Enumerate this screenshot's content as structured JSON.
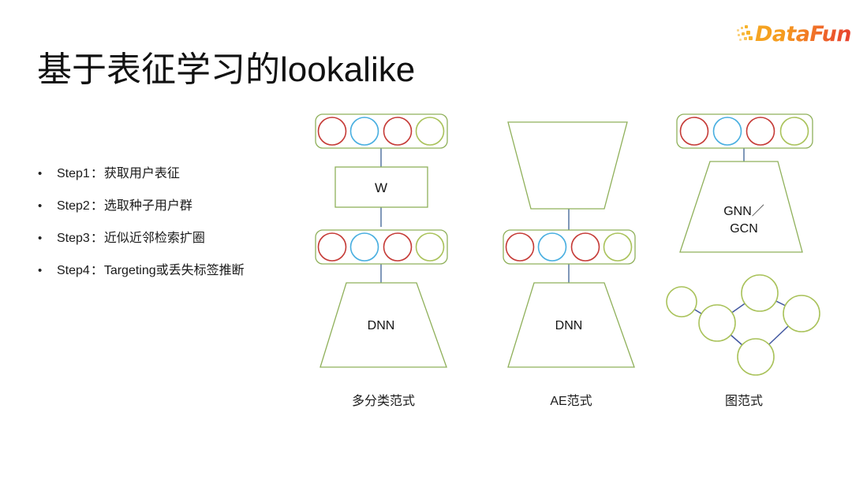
{
  "brand": {
    "logo_text": "DataFun.",
    "logo_icon": "datafun-dots-icon",
    "logo_color_start": "#F5A623",
    "logo_color_end": "#E03A2F"
  },
  "slide": {
    "title": "基于表征学习的lookalike",
    "background": "#FFFFFF"
  },
  "steps": [
    {
      "bullet": "•",
      "label": "Step1",
      "sep": "：",
      "text": "获取用户表征"
    },
    {
      "bullet": "•",
      "label": "Step2",
      "sep": "：",
      "text": "选取种子用户群"
    },
    {
      "bullet": "•",
      "label": "Step3",
      "sep": "：",
      "text": "近似近邻检索扩圈"
    },
    {
      "bullet": "•",
      "label": "Step4",
      "sep": "：",
      "text": "Targeting或丢失标签推断"
    }
  ],
  "palette": {
    "outline_green": "#8FB05A",
    "circle_red": "#C53A36",
    "circle_blue": "#47AEE0",
    "circle_green": "#A9C25A",
    "connector_blue": "#4A6C9B",
    "graph_edge": "#4257A0",
    "text": "#141414"
  },
  "embedding_circles": [
    "red",
    "blue",
    "red",
    "green"
  ],
  "columns": [
    {
      "id": "multi-class",
      "caption": "多分类范式",
      "blocks": [
        {
          "kind": "embedding-row",
          "name": "output-embedding-row"
        },
        {
          "kind": "box",
          "name": "w-box",
          "label": "W"
        },
        {
          "kind": "embedding-row",
          "name": "input-embedding-row"
        },
        {
          "kind": "trapezoid",
          "name": "dnn-trapezoid",
          "label": "DNN",
          "orientation": "narrow-top"
        }
      ]
    },
    {
      "id": "auto-encoder",
      "caption": "AE范式",
      "blocks": [
        {
          "kind": "trapezoid",
          "name": "decoder-trapezoid",
          "label": "",
          "orientation": "wide-top"
        },
        {
          "kind": "embedding-row",
          "name": "latent-embedding-row"
        },
        {
          "kind": "trapezoid",
          "name": "dnn-trapezoid",
          "label": "DNN",
          "orientation": "narrow-top"
        }
      ]
    },
    {
      "id": "graph",
      "caption": "图范式",
      "blocks": [
        {
          "kind": "embedding-row",
          "name": "output-embedding-row"
        },
        {
          "kind": "trapezoid",
          "name": "gnn-trapezoid",
          "label_line1": "GNN／",
          "label_line2": "GCN",
          "orientation": "narrow-top"
        },
        {
          "kind": "graph",
          "name": "graph-nodes",
          "nodes": 5,
          "edges": 5
        }
      ]
    }
  ]
}
